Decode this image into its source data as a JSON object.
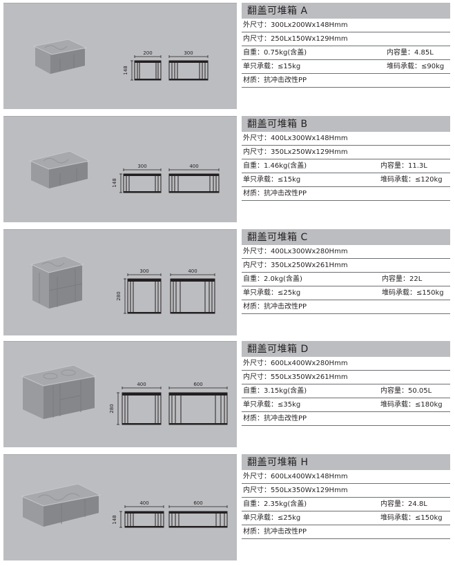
{
  "colors": {
    "panel_bg": "#bcbdc0",
    "title_bg": "#bcbdc0",
    "row_rule": "#6d6e71",
    "text": "#231f20",
    "box_body": "#8f9094",
    "box_lid": "#a4a5a8"
  },
  "products": [
    {
      "title": "翻盖可堆箱 A",
      "outer": "外尺寸：300Lx200Wx148Hmm",
      "inner": "内尺寸：250Lx150Wx129Hmm",
      "weight": "自重：0.75kg(含盖)",
      "volume": "内容量：4.85L",
      "single_load": "单只承载：≤15kg",
      "stack_load": "堆码承载：≤90kg",
      "material": "材质：抗冲击改性PP",
      "drawing": {
        "height_label": "148",
        "width_label": "200",
        "length_label": "300"
      }
    },
    {
      "title": "翻盖可堆箱 B",
      "outer": "外尺寸：400Lx300Wx148Hmm",
      "inner": "内尺寸：350Lx250Wx129Hmm",
      "weight": "自重：1.46kg(含盖)",
      "volume": "内容量：11.3L",
      "single_load": "单只承载：≤15kg",
      "stack_load": "堆码承载：≤120kg",
      "material": "材质：抗冲击改性PP",
      "drawing": {
        "height_label": "148",
        "width_label": "300",
        "length_label": "400"
      }
    },
    {
      "title": "翻盖可堆箱 C",
      "outer": "外尺寸：400Lx300Wx280Hmm",
      "inner": "内尺寸：350Lx250Wx261Hmm",
      "weight": "自重：2.0kg(含盖)",
      "volume": "内容量：22L",
      "single_load": "单只承载：≤25kg",
      "stack_load": "堆码承载：≤150kg",
      "material": "材质：抗冲击改性PP",
      "drawing": {
        "height_label": "280",
        "width_label": "300",
        "length_label": "400"
      }
    },
    {
      "title": "翻盖可堆箱 D",
      "outer": "外尺寸：600Lx400Wx280Hmm",
      "inner": "内尺寸：550Lx350Wx261Hmm",
      "weight": "自重：3.15kg(含盖)",
      "volume": "内容量：50.05L",
      "single_load": "单只承载：≤35kg",
      "stack_load": "堆码承载：≤180kg",
      "material": "材质：抗冲击改性PP",
      "drawing": {
        "height_label": "280",
        "width_label": "400",
        "length_label": "600"
      }
    },
    {
      "title": "翻盖可堆箱 H",
      "outer": "外尺寸：600Lx400Wx148Hmm",
      "inner": "内尺寸：550Lx350Wx129Hmm",
      "weight": "自重：2.35kg(含盖)",
      "volume": "内容量：24.8L",
      "single_load": "单只承载：≤25kg",
      "stack_load": "堆码承载：≤150kg",
      "material": "材质：抗冲击改性PP",
      "drawing": {
        "height_label": "148",
        "width_label": "400",
        "length_label": "600"
      }
    }
  ]
}
